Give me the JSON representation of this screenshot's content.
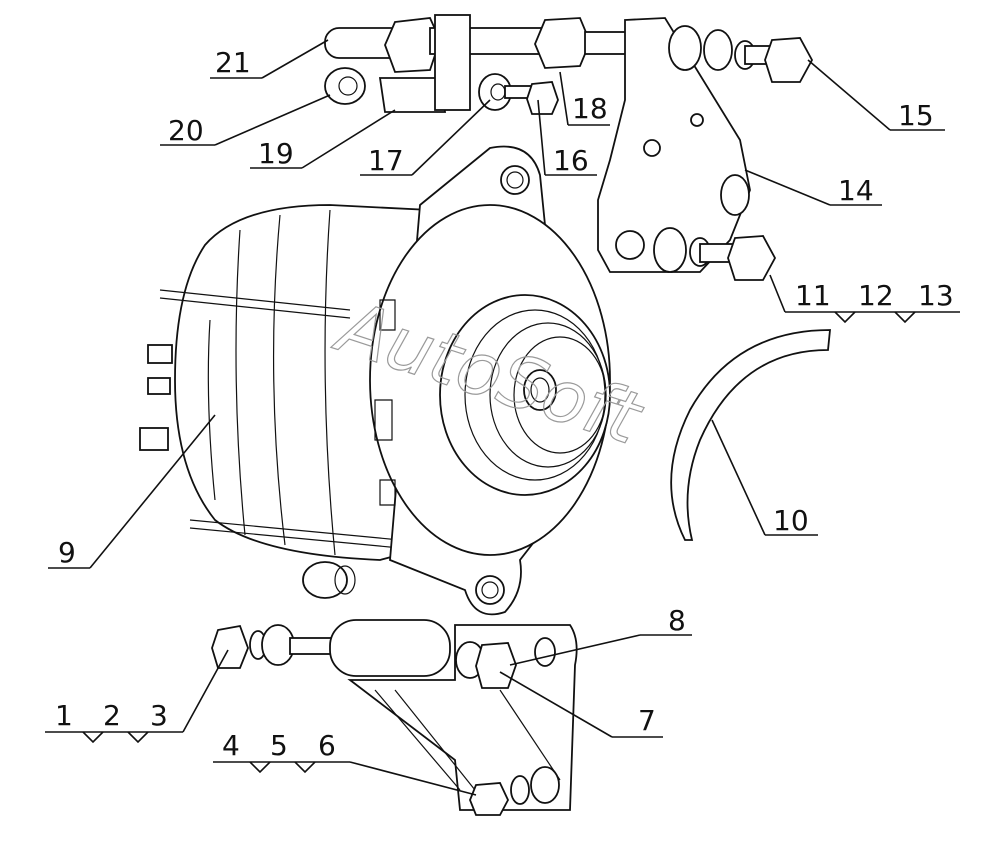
{
  "watermark": "AutoSoft",
  "callouts": {
    "c1": "1",
    "c2": "2",
    "c3": "3",
    "c4": "4",
    "c5": "5",
    "c6": "6",
    "c7": "7",
    "c8": "8",
    "c9": "9",
    "c10": "10",
    "c11": "11",
    "c12": "12",
    "c13": "13",
    "c14": "14",
    "c15": "15",
    "c16": "16",
    "c17": "17",
    "c18": "18",
    "c19": "19",
    "c20": "20",
    "c21": "21"
  },
  "colors": {
    "line": "#111111",
    "watermark": "#9a9a9a",
    "background": "#ffffff"
  }
}
